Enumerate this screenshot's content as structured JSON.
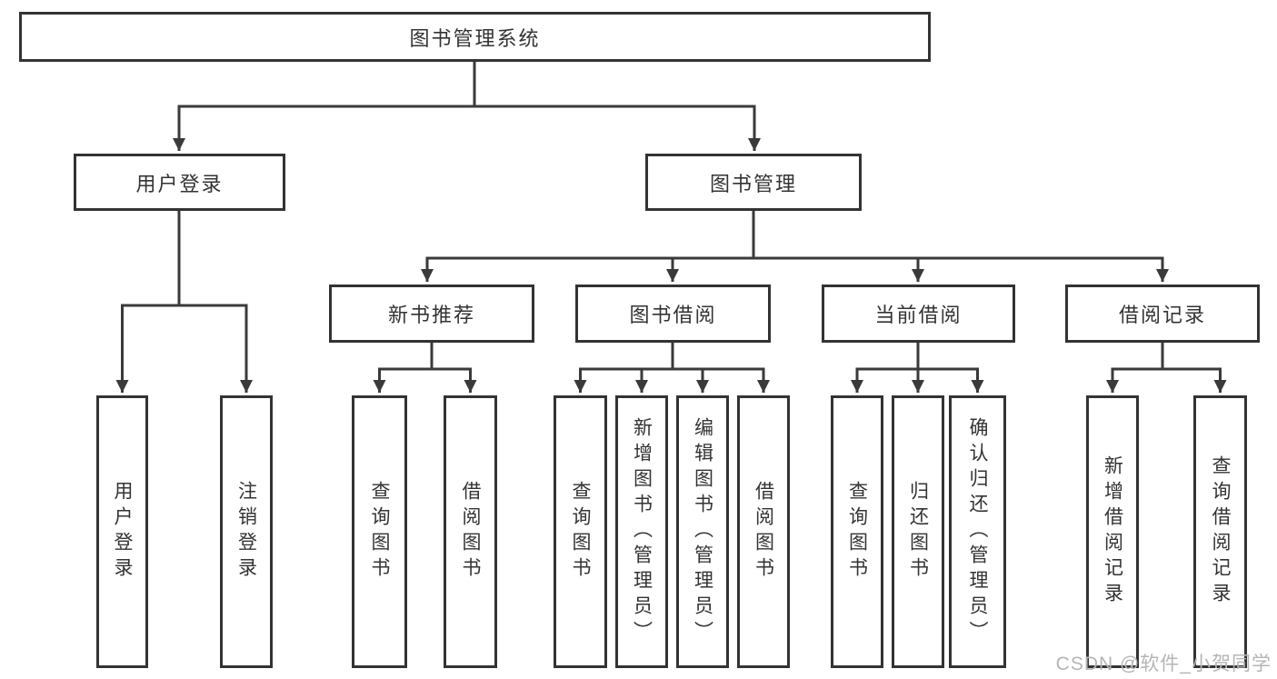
{
  "diagram": {
    "type": "tree",
    "root": {
      "label": "图书管理系统"
    },
    "level2": [
      {
        "label": "用户登录",
        "parent": "图书管理系统"
      },
      {
        "label": "图书管理",
        "parent": "图书管理系统"
      }
    ],
    "level3": [
      {
        "label": "新书推荐",
        "parent": "图书管理"
      },
      {
        "label": "图书借阅",
        "parent": "图书管理"
      },
      {
        "label": "当前借阅",
        "parent": "图书管理"
      },
      {
        "label": "借阅记录",
        "parent": "图书管理"
      }
    ],
    "leaves": [
      {
        "label": "用户登录",
        "parent": "用户登录"
      },
      {
        "label": "注销登录",
        "parent": "用户登录"
      },
      {
        "label": "查询图书",
        "parent": "新书推荐"
      },
      {
        "label": "借阅图书",
        "parent": "新书推荐"
      },
      {
        "label": "查询图书",
        "parent": "图书借阅"
      },
      {
        "label": "新增图书（管理员）",
        "parent": "图书借阅"
      },
      {
        "label": "编辑图书（管理员）",
        "parent": "图书借阅"
      },
      {
        "label": "借阅图书",
        "parent": "图书借阅"
      },
      {
        "label": "查询图书",
        "parent": "当前借阅"
      },
      {
        "label": "归还图书",
        "parent": "当前借阅"
      },
      {
        "label": "确认归还（管理员）",
        "parent": "当前借阅"
      },
      {
        "label": "新增借阅记录",
        "parent": "借阅记录"
      },
      {
        "label": "查询借阅记录",
        "parent": "借阅记录"
      }
    ],
    "colors": {
      "line": "#3a3a3a",
      "node_border": "#333333",
      "node_fill": "#ffffff",
      "text": "#333333",
      "background": "#ffffff"
    }
  },
  "watermark": {
    "text": "CSDN @软件_小贺同学",
    "color": "#b5b5b5"
  }
}
